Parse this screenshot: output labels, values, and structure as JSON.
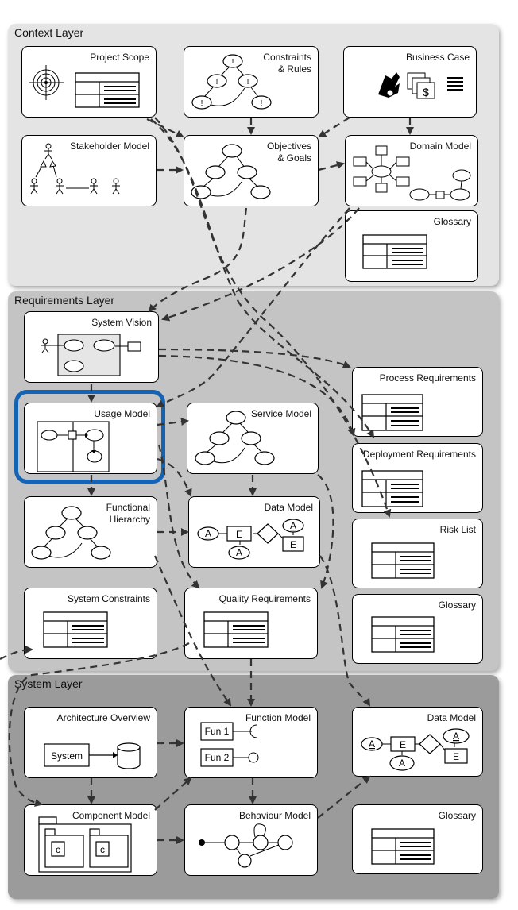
{
  "layers": {
    "context": "Context Layer",
    "requirements": "Requirements Layer",
    "system": "System Layer"
  },
  "cards": {
    "project_scope": "Project Scope",
    "constraints": "Constraints\n& Rules",
    "business_case": "Business Case",
    "stakeholder_model": "Stakeholder Model",
    "objectives": "Objectives\n& Goals",
    "domain_model": "Domain Model",
    "glossary_context": "Glossary",
    "system_vision": "System Vision",
    "process_requirements": "Process Requirements",
    "usage_model": "Usage Model",
    "service_model": "Service Model",
    "deployment_requirements": "Deployment Requirements",
    "functional_hierarchy": "Functional\nHierarchy",
    "data_model_req": "Data Model",
    "risk_list": "Risk List",
    "system_constraints": "System Constraints",
    "quality_requirements": "Quality Requirements",
    "glossary_req": "Glossary",
    "architecture_overview": "Architecture Overview",
    "function_model": "Function Model",
    "data_model_sys": "Data Model",
    "component_model": "Component Model",
    "behaviour_model": "Behaviour Model",
    "glossary_sys": "Glossary"
  },
  "glyphs": {
    "constraint_mark": "!",
    "entity": "E",
    "attribute": "A",
    "fun1": "Fun 1",
    "fun2": "Fun 2",
    "system": "System",
    "component": "c",
    "dollar": "$"
  },
  "colors": {
    "context_layer": "#e4e4e4",
    "requirements_layer": "#c4c4c4",
    "system_layer": "#9b9b9b",
    "highlight": "#1463b4",
    "vision_box": "#e6e6e6"
  }
}
